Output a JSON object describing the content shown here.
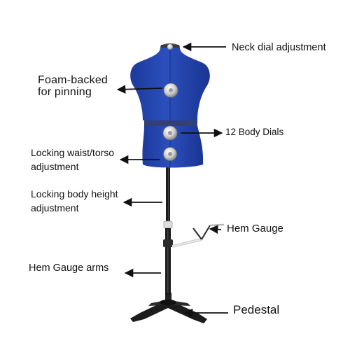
{
  "labels": {
    "neck": "Neck dial adjustment",
    "foam_line1": "Foam-backed",
    "foam_line2": "for pinning",
    "dials": "12 Body Dials",
    "lock_waist_line1": "Locking waist/torso",
    "lock_waist_line2": "adjustment",
    "lock_height_line1": "Locking body height",
    "lock_height_line2": "adjustment",
    "hem_gauge": "Hem Gauge",
    "hem_arms": "Hem Gauge arms",
    "pedestal": "Pedestal"
  },
  "colors": {
    "fabric": "#2546b0",
    "fabric_shade": "#1a3490",
    "stand": "#1c1c1c",
    "arrow": "#111111",
    "dial": "#d8d8d8",
    "text": "#111111"
  },
  "icons": [
    "arrow-icon",
    "dial-icon"
  ]
}
